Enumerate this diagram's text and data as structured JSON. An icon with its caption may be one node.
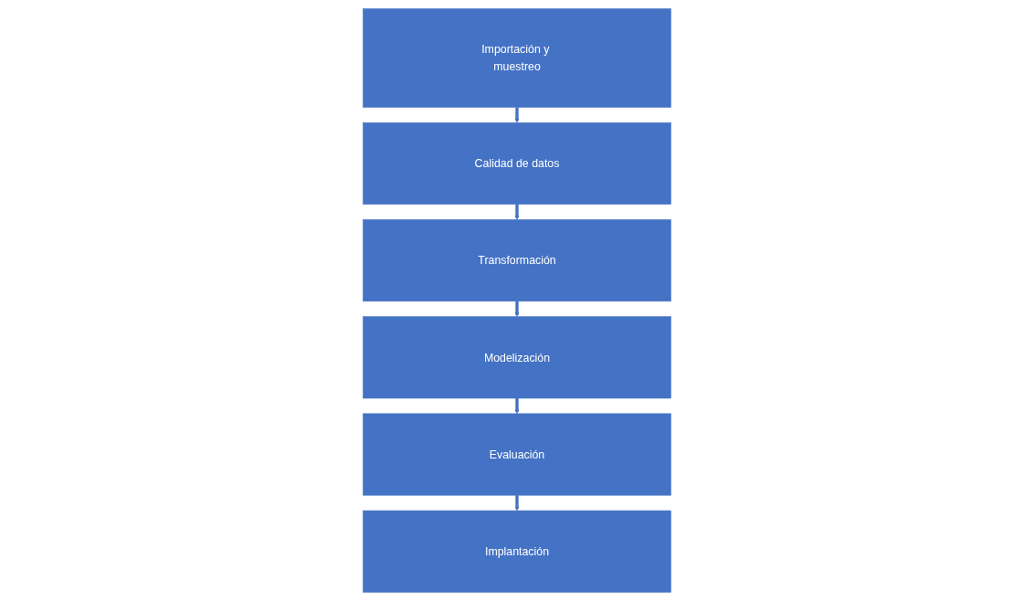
{
  "diagram": {
    "nodes": [
      {
        "text": [
          "Importación y muestreo"
        ]
      },
      {
        "text": [
          "Calidad de datos"
        ]
      },
      {
        "text": [
          "Transformación"
        ]
      },
      {
        "text": [
          "Modelización"
        ]
      },
      {
        "text": [
          "Evaluación"
        ]
      },
      {
        "text": [
          "Implantación"
        ]
      }
    ],
    "edges": [
      {
        "from": 0,
        "to": 1,
        "arrow": "to"
      },
      {
        "from": 1,
        "to": 2,
        "arrow": "to"
      },
      {
        "from": 2,
        "to": 3,
        "arrow": "to"
      },
      {
        "from": 3,
        "to": 4,
        "arrow": "to"
      },
      {
        "from": 4,
        "to": 5,
        "arrow": "to"
      }
    ]
  }
}
